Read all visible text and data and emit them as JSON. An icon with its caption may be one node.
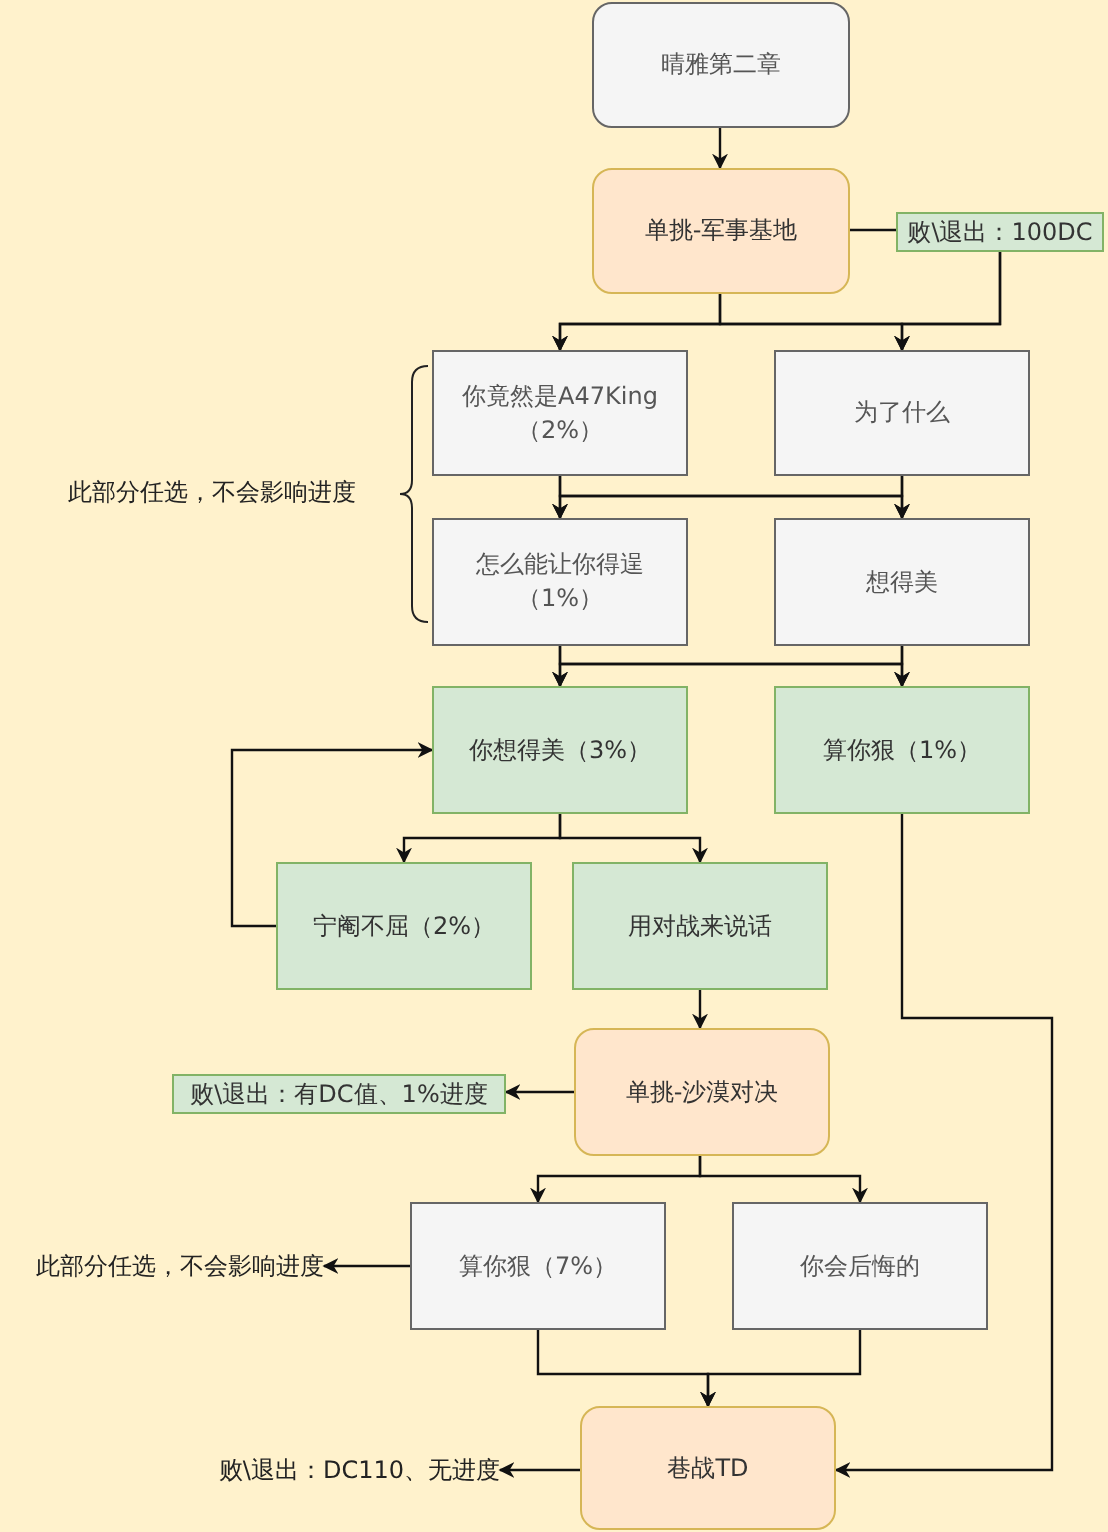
{
  "diagram": {
    "nodes": [
      {
        "text": [
          "晴雅第二章"
        ]
      },
      {
        "text": [
          "单挑-军事基地"
        ]
      },
      {
        "text": [
          "败\\退出：100DC"
        ]
      },
      {
        "text": [
          "你竟然是A47King（2%）"
        ]
      },
      {
        "text": [
          "为了什么"
        ]
      },
      {
        "text": [
          "怎么能让你得逞（1%）"
        ]
      },
      {
        "text": [
          "想得美"
        ]
      },
      {
        "text": [
          "你想得美（3%）"
        ]
      },
      {
        "text": [
          "算你狠（1%）"
        ]
      },
      {
        "text": [
          "宁阉不屈（2%）"
        ]
      },
      {
        "text": [
          "用对战来说话"
        ]
      },
      {
        "text": [
          "单挑-沙漠对决"
        ]
      },
      {
        "text": [
          "败\\退出：有DC值、1%进度"
        ]
      },
      {
        "text": [
          "算你狠（7%）"
        ]
      },
      {
        "text": [
          "你会后悔的"
        ]
      },
      {
        "text": [
          "巷战TD"
        ]
      },
      {
        "text": [
          "此部分任选，不会影响进度"
        ]
      },
      {
        "text": [
          "败\\退出：DC110、无进度"
        ]
      }
    ],
    "edges": [
      {
        "from": 0,
        "to": 1,
        "arrow": "to"
      },
      {
        "from": 1,
        "to": 2,
        "arrow": "none"
      },
      {
        "from": 1,
        "to": 3,
        "arrow": "to"
      },
      {
        "from": 1,
        "to": 4,
        "arrow": "to"
      },
      {
        "from": 2,
        "to": 3,
        "arrow": "to"
      },
      {
        "from": 2,
        "to": 4,
        "arrow": "to"
      },
      {
        "from": 3,
        "to": 5,
        "arrow": "to"
      },
      {
        "from": 3,
        "to": 6,
        "arrow": "to"
      },
      {
        "from": 4,
        "to": 5,
        "arrow": "to"
      },
      {
        "from": 4,
        "to": 6,
        "arrow": "to"
      },
      {
        "from": 5,
        "to": 7,
        "arrow": "to"
      },
      {
        "from": 5,
        "to": 8,
        "arrow": "to"
      },
      {
        "from": 6,
        "to": 7,
        "arrow": "to"
      },
      {
        "from": 6,
        "to": 8,
        "arrow": "to"
      },
      {
        "from": 7,
        "to": 9,
        "arrow": "to"
      },
      {
        "from": 7,
        "to": 10,
        "arrow": "to"
      },
      {
        "from": 9,
        "to": 7,
        "arrow": "to"
      },
      {
        "from": 10,
        "to": 11,
        "arrow": "to"
      },
      {
        "from": 8,
        "to": 15,
        "arrow": "to"
      },
      {
        "from": 11,
        "to": 12,
        "arrow": "to"
      },
      {
        "from": 11,
        "to": 13,
        "arrow": "to"
      },
      {
        "from": 11,
        "to": 14,
        "arrow": "to"
      },
      {
        "from": 13,
        "to": 16,
        "arrow": "to"
      },
      {
        "from": 13,
        "to": 15,
        "arrow": "to"
      },
      {
        "from": 14,
        "to": 15,
        "arrow": "to"
      },
      {
        "from": 15,
        "to": 17,
        "arrow": "to"
      }
    ],
    "labels": [
      "此部分任选，不会影响进度"
    ]
  }
}
